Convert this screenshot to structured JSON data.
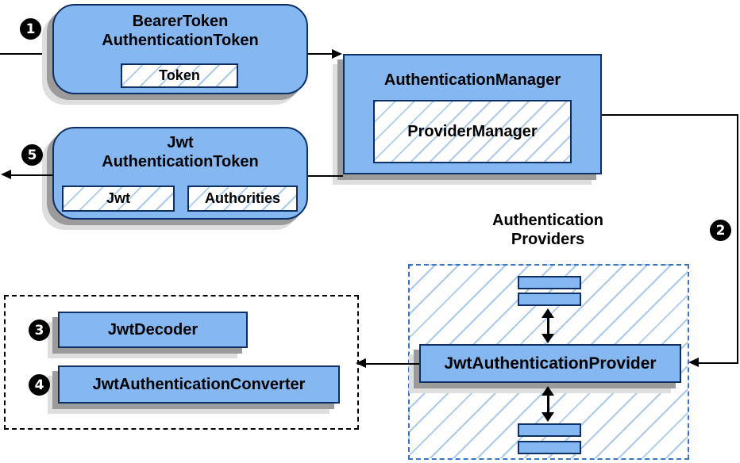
{
  "colors": {
    "node_fill": "#85b8f0",
    "node_border": "#0d2f66",
    "hatch_line": "#a9c9ef",
    "providers_dash": "#3b74c0",
    "shadow_dark": "#9b9b9b",
    "shadow_light": "#dedede",
    "line": "#000000",
    "text": "#000000",
    "badge_bg": "#000000",
    "badge_text": "#ffffff"
  },
  "badges": {
    "step1": "1",
    "step2": "2",
    "step3": "3",
    "step4": "4",
    "step5": "5"
  },
  "nodes": {
    "bearer_token": {
      "title_line1": "BearerToken",
      "title_line2": "AuthenticationToken",
      "field": "Token"
    },
    "authentication_manager": {
      "title": "AuthenticationManager",
      "field": "ProviderManager"
    },
    "jwt_authentication_token": {
      "title_line1": "Jwt",
      "title_line2": "AuthenticationToken",
      "field_left": "Jwt",
      "field_right": "Authorities"
    },
    "providers_group": {
      "label_line1": "Authentication",
      "label_line2": "Providers"
    },
    "jwt_authentication_provider": {
      "label": "JwtAuthenticationProvider"
    },
    "jwt_decoder": {
      "label": "JwtDecoder"
    },
    "jwt_authentication_converter": {
      "label": "JwtAuthenticationConverter"
    }
  }
}
